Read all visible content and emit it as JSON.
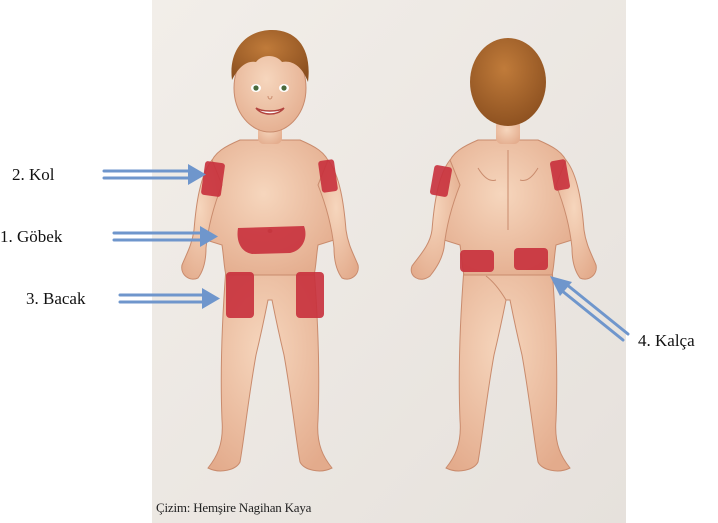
{
  "labels": {
    "kol": "2. Kol",
    "gobek": "1.  Göbek",
    "bacak": "3. Bacak",
    "kalca": "4. Kalça"
  },
  "credit": "Çizim: Hemşire Nagihan Kaya",
  "colors": {
    "paper": "#ede8e2",
    "skin": "#f0c9ad",
    "skin_shadow": "#d99f80",
    "hair": "#a8652b",
    "injection_site": "#c8303c",
    "arrow": "#6f96cc"
  }
}
